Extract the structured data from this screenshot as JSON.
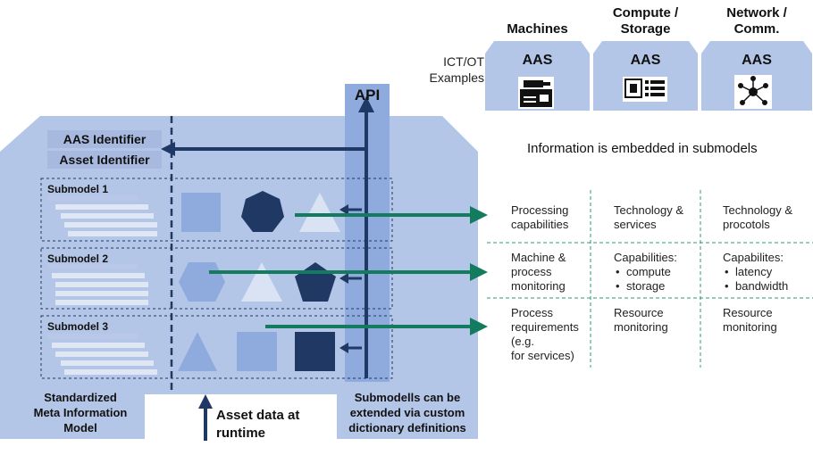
{
  "examples": {
    "label_line1": "ICT/OT",
    "label_line2": "Examples",
    "columns": [
      {
        "title_line1": "Machines",
        "title_line2": "",
        "aas_label": "AAS",
        "icon": "machine-icon"
      },
      {
        "title_line1": "Compute /",
        "title_line2": "Storage",
        "aas_label": "AAS",
        "icon": "server-icon"
      },
      {
        "title_line1": "Network /",
        "title_line2": "Comm.",
        "aas_label": "AAS",
        "icon": "network-icon"
      }
    ]
  },
  "api_label": "API",
  "identifiers": {
    "aas": "AAS Identifier",
    "asset": "Asset Identifier"
  },
  "submodels": [
    {
      "label": "Submodel 1"
    },
    {
      "label": "Submodel 2"
    },
    {
      "label": "Submodel 3"
    }
  ],
  "captions": {
    "meta_line1": "Standardized",
    "meta_line2": "Meta Information",
    "meta_line3": "Model",
    "runtime_line1": "Asset data at",
    "runtime_line2": "runtime",
    "extend_line1": "Submodells can be",
    "extend_line2": "extended via custom",
    "extend_line3": "dictionary definitions"
  },
  "info_title": "Information is embedded in submodels",
  "grid": {
    "row1": {
      "c1": [
        "Processing",
        "capabilities"
      ],
      "c2": [
        "Technology &",
        "services"
      ],
      "c3": [
        "Technology &",
        "procotols"
      ]
    },
    "row2": {
      "c1": [
        "Machine &",
        "process",
        "monitoring"
      ],
      "c2_title": "Capabilities:",
      "c2_items": [
        "compute",
        "storage"
      ],
      "c3_title": "Capabilites:",
      "c3_items": [
        "latency",
        "bandwidth"
      ]
    },
    "row3": {
      "c1": [
        "Process",
        "requirements",
        "(e.g.",
        "for services)"
      ],
      "c2": [
        "Resource",
        "monitoring"
      ],
      "c3": [
        "Resource",
        "monitoring"
      ]
    }
  },
  "colors": {
    "panel": "#b4c6e7",
    "api_column": "#8faadc",
    "dark_navy": "#1f3864",
    "arrow_green": "#137b5e",
    "shape_mid": "#8faadc",
    "shape_light": "#dae3f3"
  }
}
